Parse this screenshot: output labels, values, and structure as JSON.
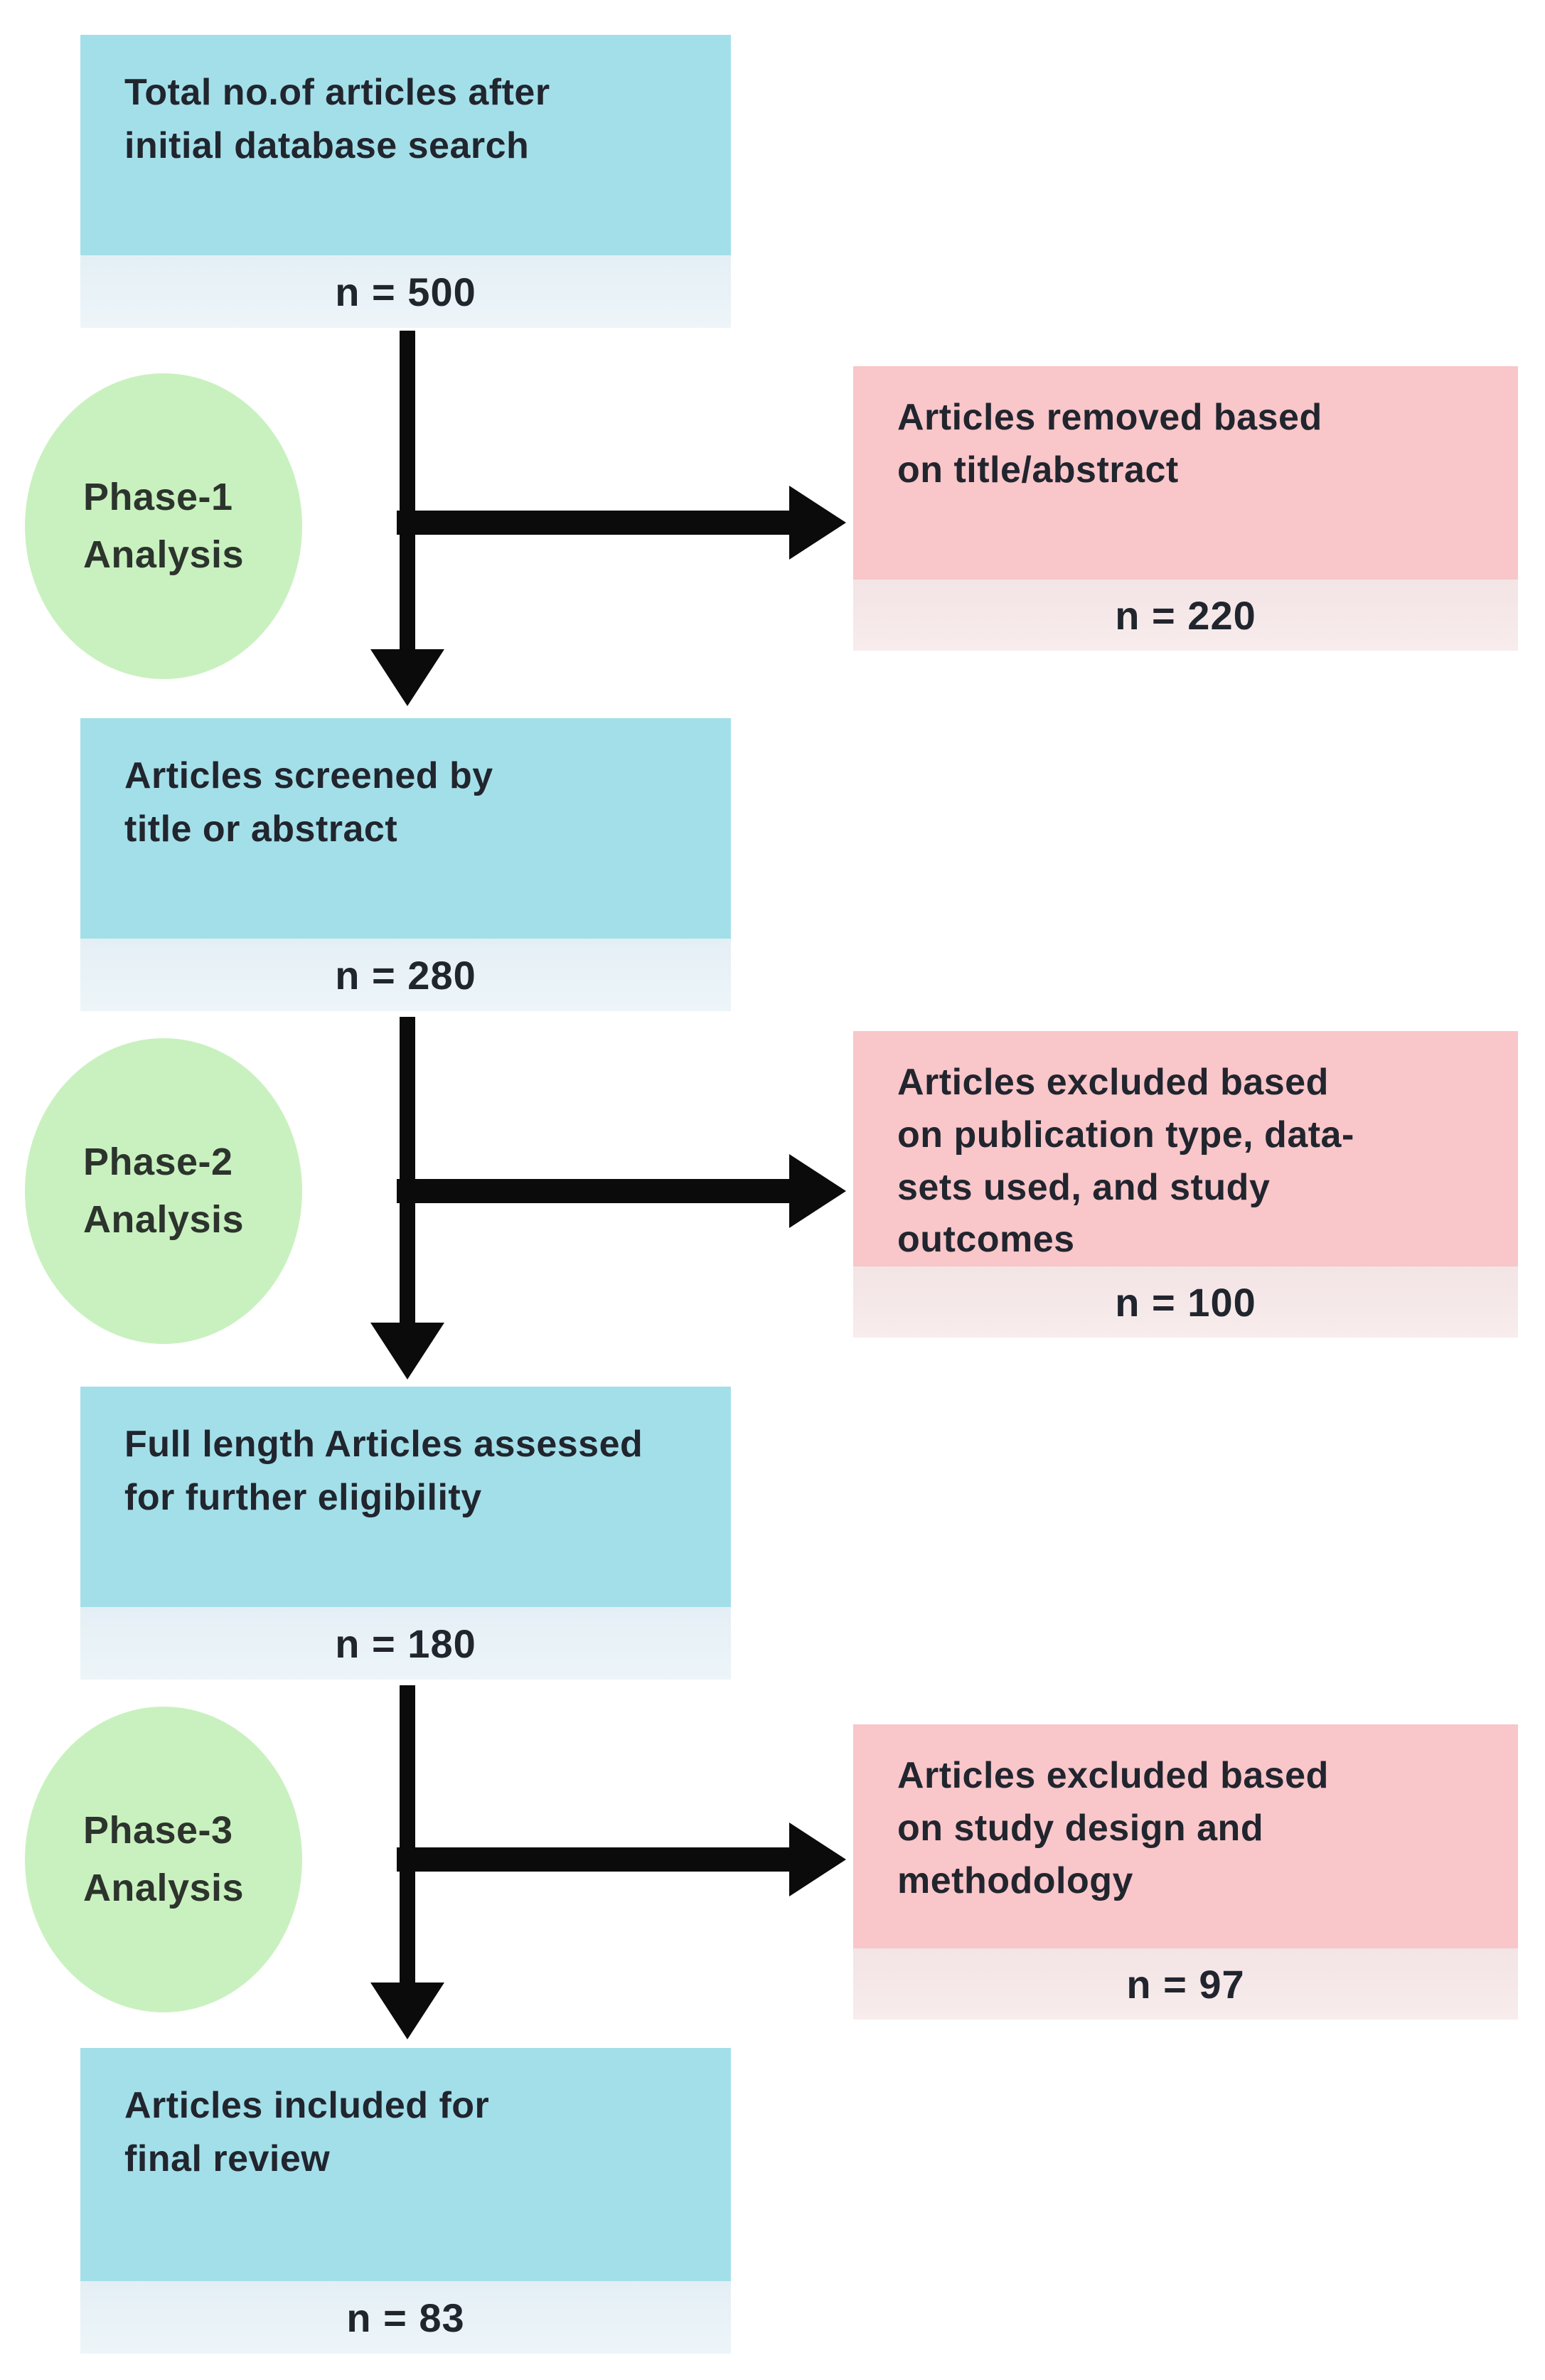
{
  "colors": {
    "screen_box_fill": "#a3dfe9",
    "screen_box_count_fill": "#edf5f9",
    "excluded_box_fill": "#f9c6c9",
    "excluded_box_count_fill": "#f8ecec",
    "phase_circle_fill": "#c9f1bf",
    "text": "#21252e",
    "arrow": "#0b0b0b",
    "background": "#ffffff"
  },
  "flow": {
    "main_boxes": [
      {
        "label": "Total no.of articles after\ninitial database search",
        "n_label": "n = 500"
      },
      {
        "label": "Articles screened by\ntitle or abstract",
        "n_label": "n = 280"
      },
      {
        "label": "Full length Articles assessed\nfor further eligibility",
        "n_label": "n = 180"
      },
      {
        "label": "Articles included for\nfinal review",
        "n_label": "n = 83"
      }
    ],
    "exclusion_boxes": [
      {
        "label": "Articles removed based\non title/abstract",
        "n_label": "n = 220"
      },
      {
        "label": "Articles excluded based\non publication type, data-\nsets used, and study\noutcomes",
        "n_label": "n = 100"
      },
      {
        "label": "Articles excluded based\non study design and\nmethodology",
        "n_label": "n = 97"
      }
    ],
    "phases": [
      {
        "label": "Phase-1\nAnalysis"
      },
      {
        "label": "Phase-2\nAnalysis"
      },
      {
        "label": "Phase-3\nAnalysis"
      }
    ]
  }
}
